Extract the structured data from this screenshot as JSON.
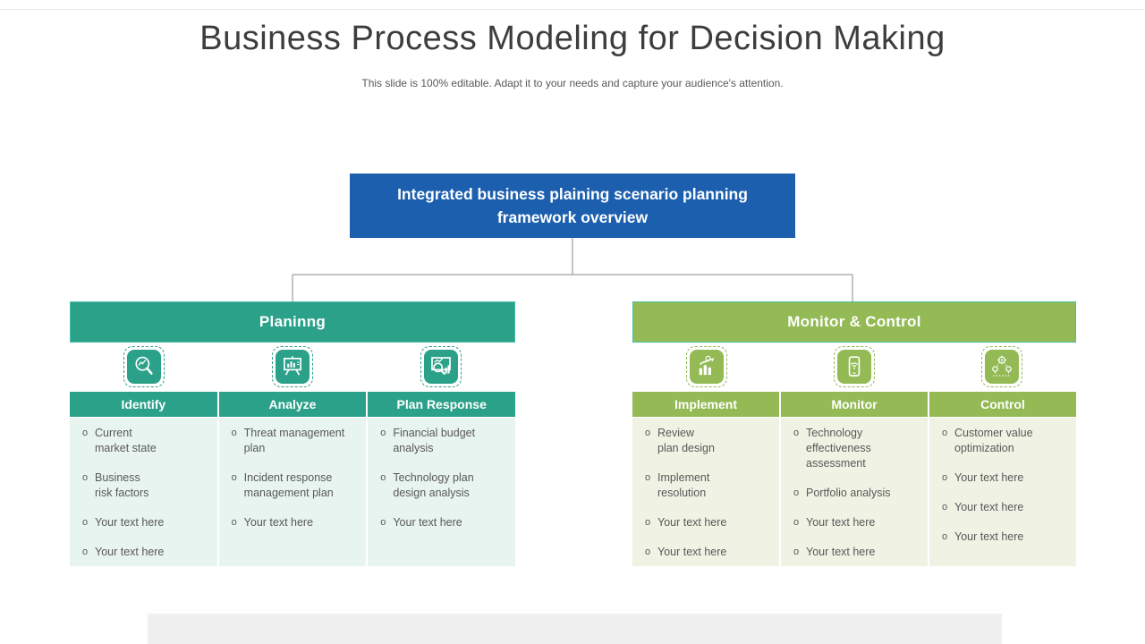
{
  "title": "Business Process Modeling for Decision Making",
  "subtitle": "This slide is 100% editable. Adapt it to your needs and capture your audience's attention.",
  "root": {
    "label": "Integrated business plaining scenario planning framework overview",
    "color": "#1c5fae"
  },
  "connector_color": "#8a8a8a",
  "bullet_char": "o",
  "groups": [
    {
      "id": "planning",
      "label": "Planinng",
      "accent": "#2ba189",
      "content_bg": "#e7f4f0",
      "header_border": "#4bbfa8",
      "icons": [
        {
          "name": "search-trend-icon"
        },
        {
          "name": "presentation-chart-icon"
        },
        {
          "name": "screen-analysis-icon"
        }
      ],
      "columns": [
        {
          "label": "Identify",
          "items": [
            "Current\nmarket state",
            "Business\nrisk factors",
            "Your text here",
            "Your text here"
          ]
        },
        {
          "label": "Analyze",
          "items": [
            "Threat management\nplan",
            "Incident response\nmanagement plan",
            "Your text here"
          ]
        },
        {
          "label": "Plan Response",
          "items": [
            "Financial budget\nanalysis",
            "Technology plan\ndesign analysis",
            "Your text here"
          ]
        }
      ]
    },
    {
      "id": "monitor-control",
      "label": "Monitor & Control",
      "accent": "#93ba55",
      "content_bg": "#f0f2e4",
      "header_border": "#4bbfa8",
      "icons": [
        {
          "name": "growth-chart-icon"
        },
        {
          "name": "mobile-wifi-icon"
        },
        {
          "name": "process-automation-icon"
        }
      ],
      "columns": [
        {
          "label": "Implement",
          "items": [
            "Review\nplan design",
            "Implement\nresolution",
            "Your text here",
            "Your text here"
          ]
        },
        {
          "label": "Monitor",
          "items": [
            "Technology\neffectiveness\nassessment",
            "Portfolio analysis",
            "Your text here",
            "Your text here"
          ]
        },
        {
          "label": "Control",
          "items": [
            "Customer value\noptimization",
            "Your text here",
            "Your text here",
            "Your text here"
          ]
        }
      ]
    }
  ]
}
